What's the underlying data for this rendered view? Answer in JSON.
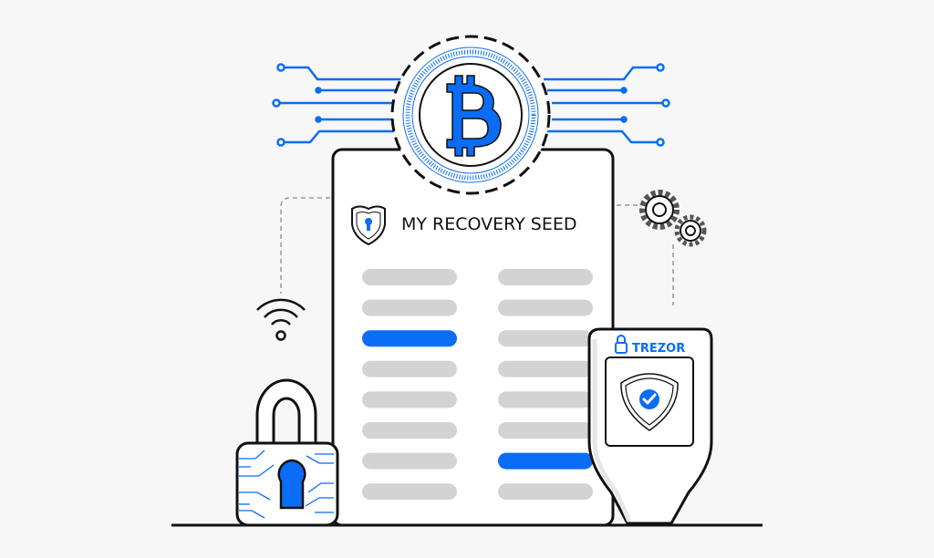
{
  "document": {
    "title": "MY RECOVERY SEED",
    "left_column_highlighted_index": 2,
    "right_column_highlighted_index": 6,
    "rows_per_column": 8
  },
  "device": {
    "brand": "TREZOR"
  },
  "colors": {
    "accent": "#0b6cf5",
    "placeholder_bar": "#d4d3d4",
    "background": "#f7f7f7",
    "outline": "#111111"
  }
}
